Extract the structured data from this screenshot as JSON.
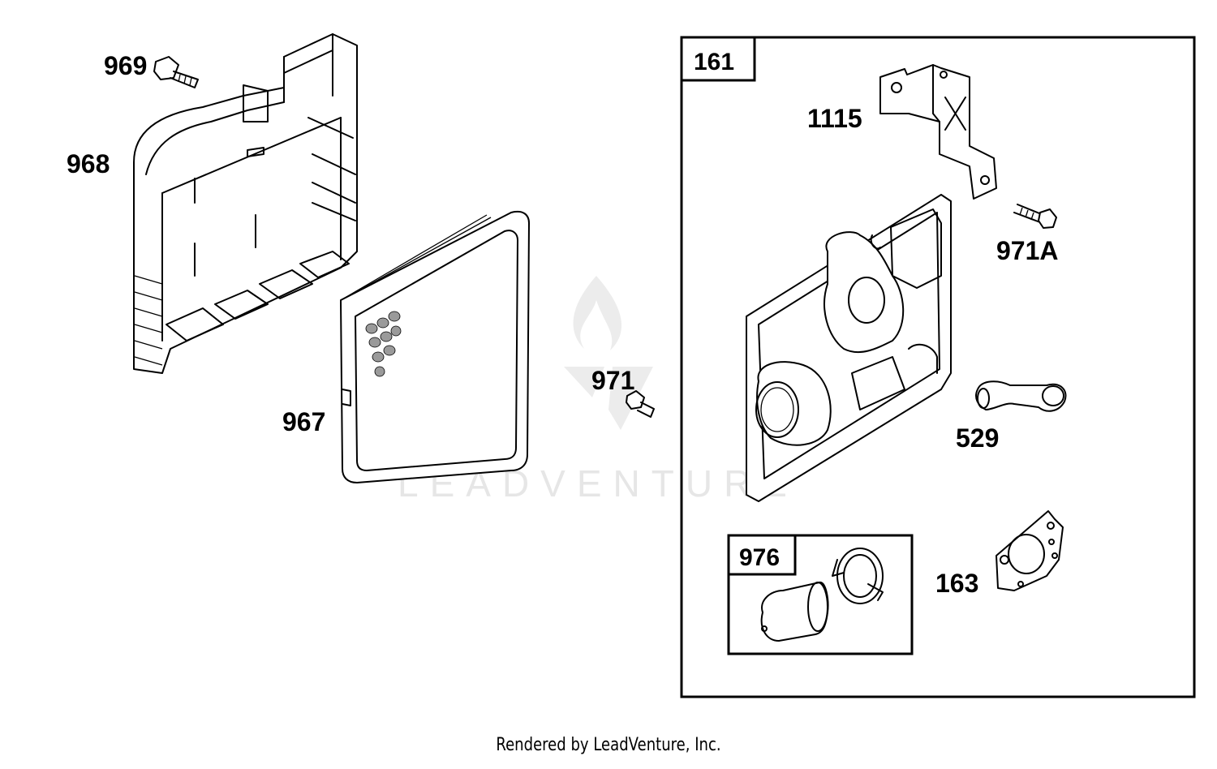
{
  "diagram": {
    "watermark": "LEADVENTURE",
    "footer": "Rendered by LeadVenture, Inc.",
    "parts": {
      "p969": "969",
      "p968": "968",
      "p967": "967",
      "p971": "971",
      "p161": "161",
      "p1115": "1115",
      "p971a": "971A",
      "p529": "529",
      "p976": "976",
      "p163": "163"
    }
  }
}
